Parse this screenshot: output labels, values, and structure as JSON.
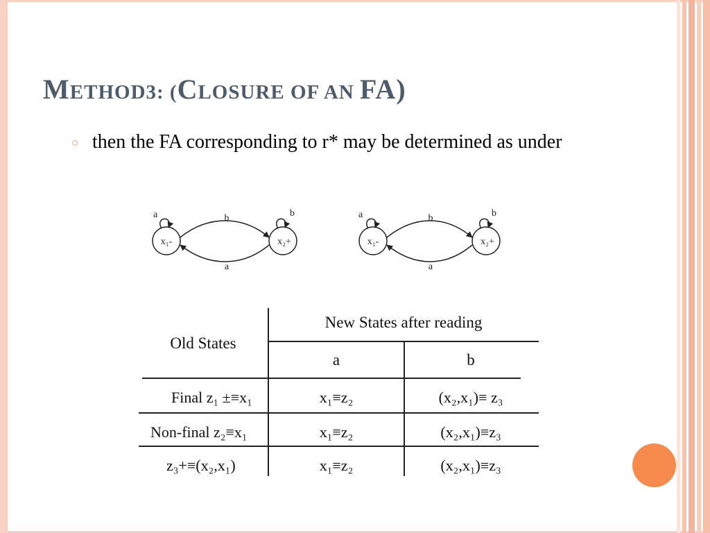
{
  "slide": {
    "title_word1_cap": "M",
    "title_word1_rest": "ETHOD3: (",
    "title_word2_cap": "C",
    "title_word2_rest": "LOSURE OF AN ",
    "title_fa": "FA)",
    "bullet_text": "then the FA corresponding to r* may be determined as under",
    "colors": {
      "title": "#4e5b6a",
      "bullet": "#f08650",
      "accent_dot": "#f58b4d",
      "frame": "#f6d2c4"
    }
  },
  "diagrams": [
    {
      "state1_label": "x₁-",
      "state2_label": "x₂+",
      "loop1_label": "a",
      "loop2_label": "b",
      "top_edge_label": "b",
      "bottom_edge_label": "a"
    },
    {
      "state1_label": "x₁-",
      "state2_label": "x₂+",
      "loop1_label": "a",
      "loop2_label": "b",
      "top_edge_label": "b",
      "bottom_edge_label": "a"
    }
  ],
  "table": {
    "header_old": "Old States",
    "header_new": "New States after reading",
    "col_a": "a",
    "col_b": "b",
    "rows": [
      {
        "old": "Final z₁ ±≡x₁",
        "a": "x₁≡z₂",
        "b": "(x₂,x₁)≡ z₃"
      },
      {
        "old": "Non-final z₂≡x₁",
        "a": "x₁≡z₂",
        "b": "(x₂,x₁)≡z₃"
      },
      {
        "old": "z₃+≡(x₂,x₁)",
        "a": "x₁≡z₂",
        "b": "(x₂,x₁)≡z₃"
      }
    ]
  }
}
